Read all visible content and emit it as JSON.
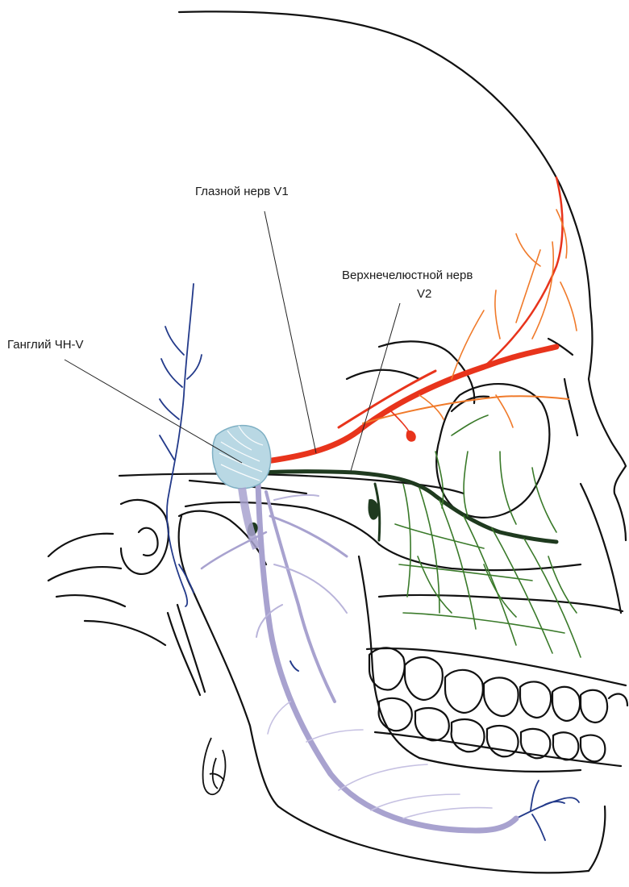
{
  "labels": {
    "ophthalmic": "Глазной нерв V1",
    "maxillary_line1": "Верхнечелюстной нерв",
    "maxillary_line2": "V2",
    "ganglion": "Ганглий ЧН-V"
  },
  "colors": {
    "outline": "#111111",
    "ophthalmic_v1": "#e8341c",
    "ophthalmic_branches": "#f07a2a",
    "maxillary_v2_trunk": "#1f3a1f",
    "maxillary_v2_branches": "#3a7a2a",
    "mandibular_v3": "#a8a2cf",
    "ganglion": "#b9d8e4",
    "blue_nerve": "#233a8a"
  }
}
